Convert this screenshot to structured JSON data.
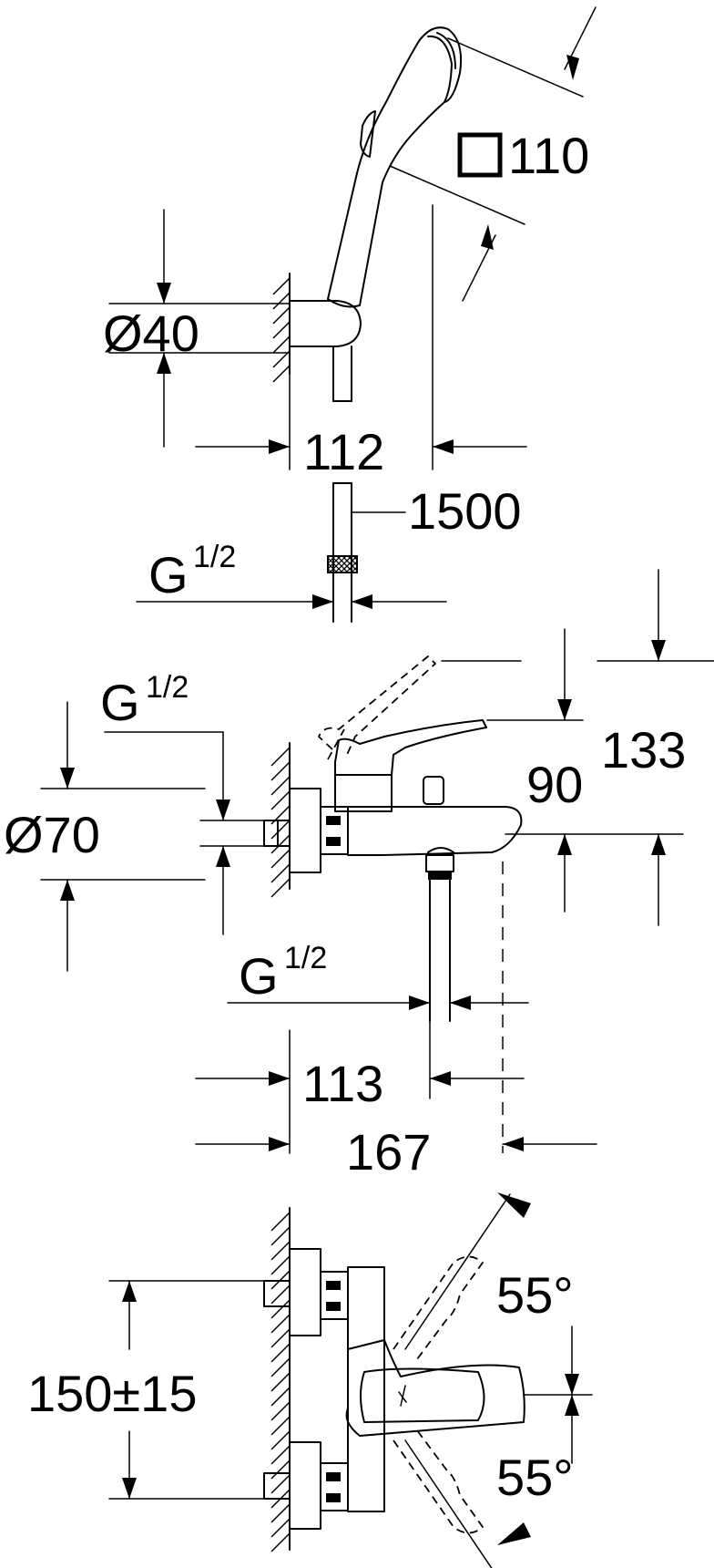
{
  "dimensions": {
    "square_110": "110",
    "dia_40": "Ø40",
    "dist_112": "112",
    "hose_1500": "1500",
    "thread_top_G": "G",
    "thread_top_frac": "1/2",
    "thread_mid_G": "G",
    "thread_mid_frac": "1/2",
    "dia_70": "Ø70",
    "height_90": "90",
    "height_133": "133",
    "thread_low_G": "G",
    "thread_low_frac": "1/2",
    "dist_113": "113",
    "dist_167": "167",
    "centres_150": "150±15",
    "angle_upper": "55°",
    "angle_lower": "55°"
  }
}
